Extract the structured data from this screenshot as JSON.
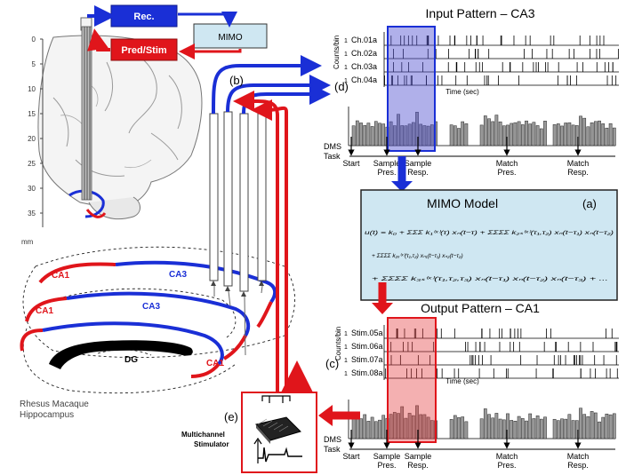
{
  "boxes": {
    "rec": "Rec.",
    "pred_stim": "Pred/Stim",
    "mimo": "MIMO"
  },
  "panel_labels": {
    "a": "(a)",
    "b": "(b)",
    "c": "(c)",
    "d": "(d)",
    "e": "(e)"
  },
  "atlas": {
    "depth_ticks": [
      "0",
      "5",
      "10",
      "15",
      "20",
      "25",
      "30",
      "35"
    ],
    "unit": "mm"
  },
  "hippocampus": {
    "regions": [
      "CA1",
      "CA3",
      "CA1",
      "CA3",
      "DG",
      "CA1"
    ],
    "caption_line1": "Rhesus Macaque",
    "caption_line2": "Hippocampus"
  },
  "input_panel": {
    "title": "Input Pattern – CA3",
    "ylabel": "Counts/bin",
    "channels": [
      "Ch.01a",
      "Ch.02a",
      "Ch.03a",
      "Ch.04a"
    ],
    "row_numbers": [
      "1",
      "1",
      "1",
      "1"
    ],
    "time_label": "Time (sec)"
  },
  "output_panel": {
    "title": "Output Pattern – CA1",
    "ylabel": "Counts/bin",
    "channels": [
      "Stim.05a",
      "Stim.06a",
      "Stim.07a",
      "Stim.08a"
    ],
    "row_numbers": [
      "1",
      "1",
      "1",
      "1"
    ],
    "time_label": "Time (sec)"
  },
  "dms": {
    "task_line1": "DMS",
    "task_line2": "Task",
    "events": [
      {
        "line1": "Start",
        "line2": ""
      },
      {
        "line1": "Sample",
        "line2": "Pres."
      },
      {
        "line1": "Sample",
        "line2": "Resp."
      },
      {
        "line1": "Match",
        "line2": "Pres."
      },
      {
        "line1": "Match",
        "line2": "Resp."
      }
    ]
  },
  "mimo_model": {
    "title": "MIMO Model",
    "eq1": "u(t) = k₀ + ΣΣΣ k₁⁽ˣ⁾(τ) xₙ(t−τ) + ΣΣΣΣ k₂ₛ⁽ˣ⁾(τ₁,τ₂) xₙ(t−τ₁) xₙ(t−τ₂)",
    "eq2": "+ ΣΣΣΣ k₂ₓ⁽ˣ⁾(τ₁,τ₂) xₙ₁(t−τ₁) xₙ₂(t−τ₂)",
    "eq3": "+ ΣΣΣΣ k₃ₛ⁽ˣ⁾(τ₁,τ₂,τ₃) xₙ(t−τ₁) xₙ(t−τ₂) xₙ(t−τ₃) + ..."
  },
  "stimulator": {
    "line1": "Multichannel",
    "line2": "Stimulator"
  },
  "colors": {
    "blue": "#1a2fd6",
    "red": "#e0151b",
    "mimo_box": "#cfe7f2",
    "input_highlight": "#4f4fd1",
    "output_highlight": "#e4393d"
  }
}
